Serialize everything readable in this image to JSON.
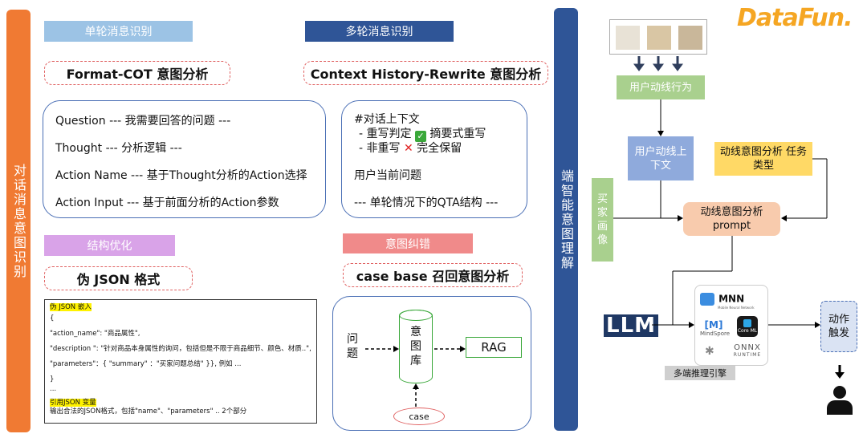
{
  "left_bar": {
    "text": "对话消息意图识别",
    "color": "#f07a33"
  },
  "mid_bar": {
    "text": "端智能意图理解",
    "color": "#2f5597"
  },
  "single": {
    "pill": "单轮消息识别",
    "title": "Format-COT 意图分析",
    "lines": [
      "Question  --- 我需要回答的问题 ---",
      "Thought  --- 分析逻辑 ---",
      "Action Name  --- 基于Thought分析的Action选择",
      "Action Input  --- 基于前面分析的Action参数"
    ]
  },
  "multi": {
    "pill": "多轮消息识别",
    "title": "Context History-Rewrite 意图分析",
    "line1": "#对话上下文",
    "line2a": "- 重写判定",
    "line2b": "摘要式重写",
    "line3a": "- 非重写",
    "line3b": "完全保留",
    "line4": "用户当前问题",
    "line5": "--- 单轮情况下的QTA结构 ---"
  },
  "structure": {
    "pill": "结构优化",
    "title": "伪 JSON 格式",
    "json_lines": [
      "伪 JSON 嵌入",
      "{",
      "\"action_name\": \"商品属性\",",
      "\"description \": \"针对商品本身属性的询问，包括但是不限于商品细节、颜色、材质..\",",
      "  \"parameters\"：{  \"summary\" ：\"买家问题总结\" }}, 例如 ...",
      "}",
      "...",
      "引用JSON 变量",
      "输出合法的JSON格式，包括\"name\"、\"parameters\" .. 2个部分"
    ]
  },
  "correction": {
    "pill": "意图纠错",
    "title": "case base 召回意图分析",
    "question": "问题",
    "db": "意图库",
    "rag": "RAG",
    "case": "case"
  },
  "flow": {
    "user_behavior": "用户动线行为",
    "user_context": "用户动线上下文",
    "task_type": "动线意图分析 任务类型",
    "buyer_profile": "买家画像",
    "prompt_line1": "动线意图分析",
    "prompt_line2": "prompt",
    "llm": "LLM",
    "engine_caption": "多端推理引擎",
    "action_trigger": "动作触发",
    "mnn": "MNN",
    "mnn_sub": "Mobile Neural Network",
    "mindspore": "MindSpore",
    "coreml": "Core ML",
    "onnx1": "ONNX",
    "onnx2": "RUNTIME"
  },
  "logo": "DataFun."
}
